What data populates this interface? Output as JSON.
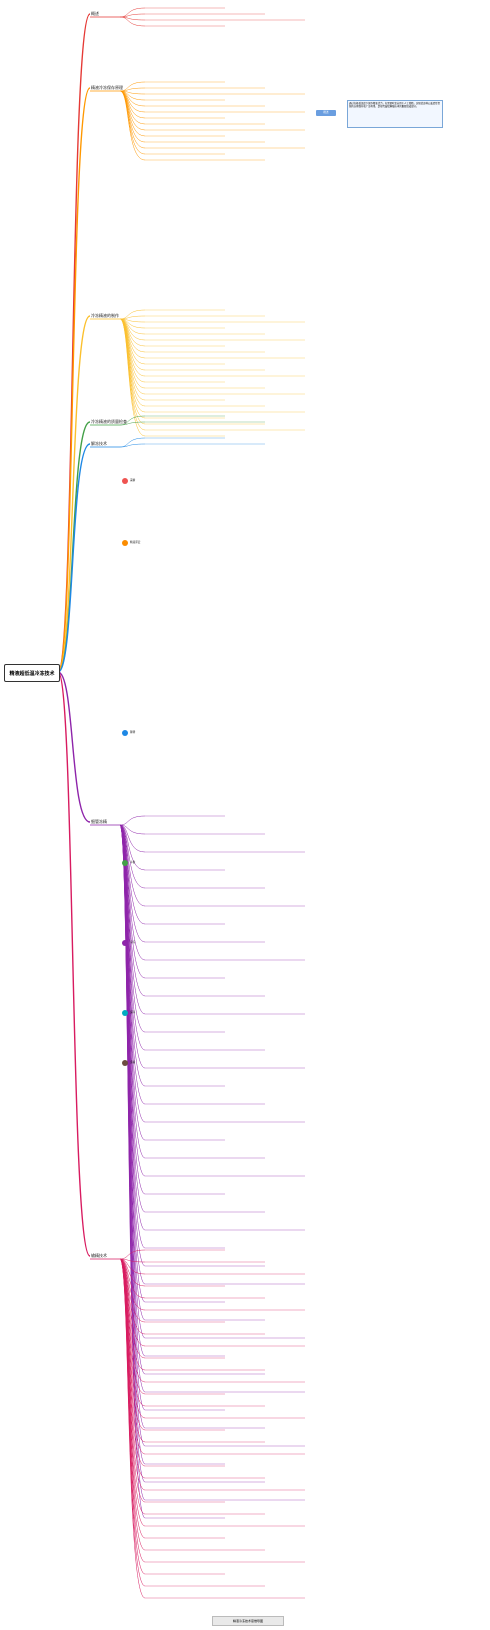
{
  "root": {
    "label": "精液超低温冷冻技术"
  },
  "top_note": {
    "badge": "概述",
    "text": "通过在极低温度下保存精液活力，在需要时复苏用于人工授精，实现优良种公畜遗传资源的长期保存和广泛利用，是现代畜牧繁殖技术的重要组成部分。"
  },
  "branches": [
    {
      "label": "概述",
      "color": "#e53935"
    },
    {
      "label": "精液冷冻保存原理",
      "color": "#ff9800"
    },
    {
      "label": "冷冻精液的制作",
      "color": "#fbc02d"
    },
    {
      "label": "冷冻精液的质量检查",
      "color": "#43a047"
    },
    {
      "label": "解冻技术",
      "color": "#1e88e5"
    },
    {
      "label": "细管冻精",
      "color": "#8e24aa"
    },
    {
      "label": "输精技术",
      "color": "#d81b60"
    }
  ],
  "sections": [
    {
      "label": "采精",
      "icon": "#ef5350"
    },
    {
      "label": "精液评定",
      "icon": "#fb8c00"
    },
    {
      "label": "稀释",
      "icon": "#1e88e5"
    },
    {
      "label": "平衡",
      "icon": "#43a047"
    },
    {
      "label": "冷冻",
      "icon": "#8e24aa"
    },
    {
      "label": "保存",
      "icon": "#00acc1"
    },
    {
      "label": "运输",
      "icon": "#6d4c41"
    }
  ],
  "footer": "精液冷冻技术思维导图"
}
